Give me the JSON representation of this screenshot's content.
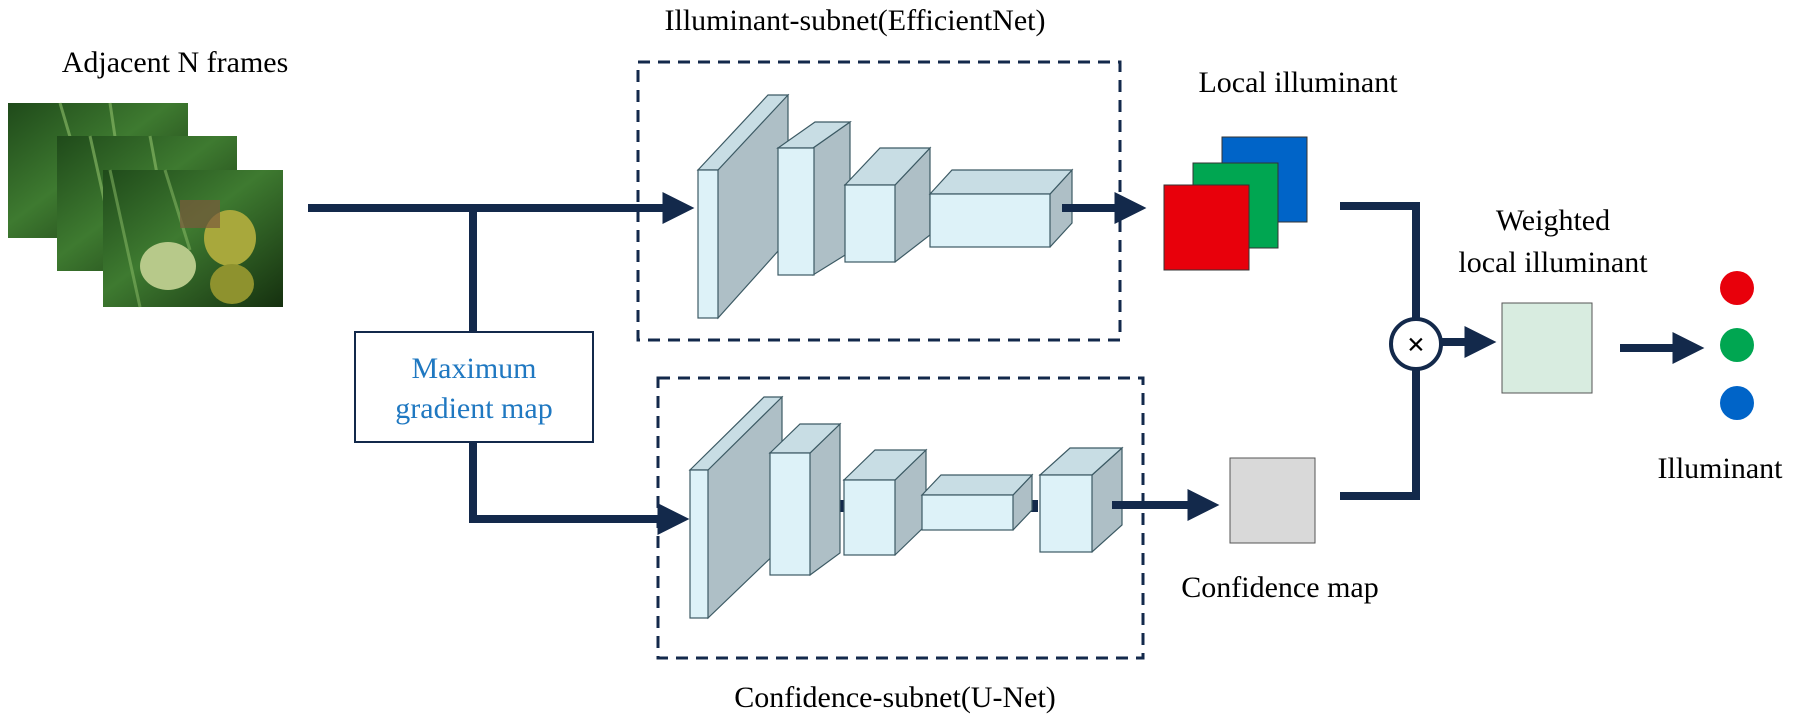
{
  "labels": {
    "input_frames": "Adjacent N frames",
    "illuminant_subnet": "Illuminant-subnet(EfficientNet)",
    "confidence_subnet": "Confidence-subnet(U-Net)",
    "gradient_line1": "Maximum",
    "gradient_line2": "gradient map",
    "local_illuminant": "Local illuminant",
    "confidence_map": "Confidence map",
    "weighted_line1": "Weighted",
    "weighted_line2": "local illuminant",
    "illuminant": "Illuminant",
    "multiply_symbol": "×"
  },
  "colors": {
    "arrow": "#13294b",
    "block_front": "#ddf2f8",
    "block_side": "#aebfc6",
    "block_top": "#c8dde4",
    "block_stroke": "#3c5a64",
    "rgb_red": "#e8000b",
    "rgb_green": "#00a651",
    "rgb_blue": "#0064c8",
    "confidence_map": "#d9d9d9",
    "weighted_map": "#d8ece0",
    "gradient_text": "#1f78c1"
  }
}
